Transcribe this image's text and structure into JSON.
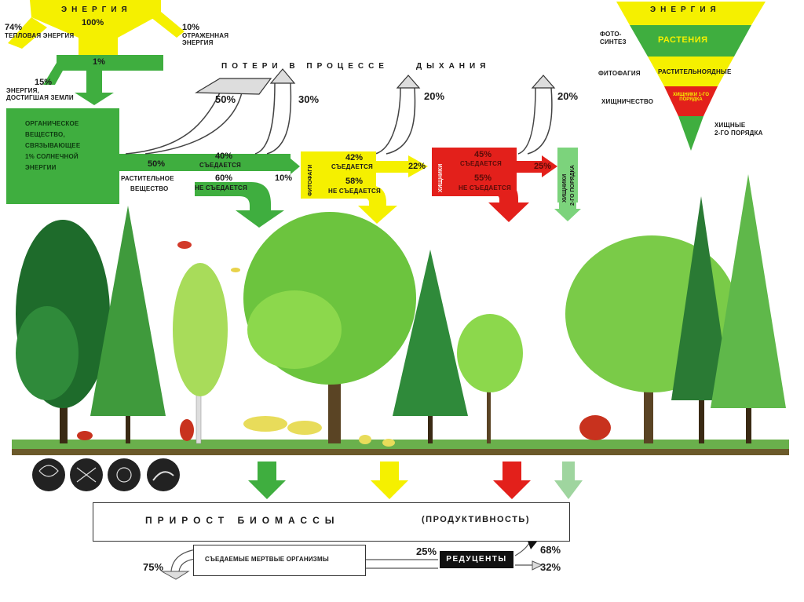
{
  "energy_top": {
    "title": "ЭНЕРГИЯ",
    "value": "100%"
  },
  "left_loss": {
    "pct": "74%",
    "label": "ТЕПЛОВАЯ ЭНЕРГИЯ"
  },
  "right_loss": {
    "pct": "10%",
    "label_1": "ОТРАЖЕННАЯ",
    "label_2": "ЭНЕРГИЯ"
  },
  "one_pct": "1%",
  "earth": {
    "pct": "15%",
    "label_1": "ЭНЕРГИЯ,",
    "label_2": "ДОСТИГШАЯ ЗЕМЛИ"
  },
  "respiration_title": {
    "part1": "ПОТЕРИ В ПРОЦЕССЕ",
    "part2": "ДЫХАНИЯ"
  },
  "losses": [
    "50%",
    "30%",
    "20%",
    "20%"
  ],
  "producer": {
    "lines": [
      "ОРГАНИЧЕСКОЕ",
      "ВЕЩЕСТВО,",
      "СВЯЗЫВАЮЩЕЕ",
      "1% СОЛНЕЧНОЙ",
      "ЭНЕРГИИ"
    ],
    "pct50": "50%",
    "plant_1": "РАСТИТЕЛЬНОЕ",
    "plant_2": "ВЕЩЕСТВО",
    "eaten_pct": "40%",
    "eaten_label": "СЪЕДАЕТСЯ",
    "not_pct": "60%",
    "not_label": "НЕ СЪЕДАЕТСЯ",
    "to_next": "10%"
  },
  "herbivore": {
    "vlabel": "ФИТОФАГИ",
    "eaten_pct": "42%",
    "eaten_label": "СЪЕДАЕТСЯ",
    "not_pct": "58%",
    "not_label": "НЕ СЪЕДАЕТСЯ",
    "to_next": "22%"
  },
  "predator": {
    "vlabel": "ХИЩНИКИ",
    "eaten_pct": "45%",
    "eaten_label": "СЪЕДАЕТСЯ",
    "not_pct": "55%",
    "not_label": "НЕ СЪЕДАЕТСЯ",
    "to_next": "25%"
  },
  "top_predator": {
    "vlabel_1": "ХИЩНИКИ",
    "vlabel_2": "2-ГО ПОРЯДКА"
  },
  "pyramid": {
    "title": "ЭНЕРГИЯ",
    "tier1": "РАСТЕНИЯ",
    "tier2": "РАСТИТЕЛЬНОЯДНЫЕ",
    "tier3": "ХИЩНИКИ 1-ГО ПОРЯДКА",
    "side1_a": "ФОТО-",
    "side1_b": "СИНТЕЗ",
    "side2": "ФИТОФАГИЯ",
    "side3": "ХИЩНИЧЕСТВО",
    "side4_a": "ХИЩНЫЕ",
    "side4_b": "2-ГО ПОРЯДКА"
  },
  "biomass": {
    "title": "ПРИРОСТ  БИОМАССЫ",
    "subtitle": "(ПРОДУКТИВНОСТЬ)"
  },
  "dead": {
    "label": "СЪЕДАЕМЫЕ МЕРТВЫЕ ОРГАНИЗМЫ",
    "left_pct": "75%",
    "mid_pct": "25%"
  },
  "reducers": {
    "label": "РЕДУЦЕНТЫ",
    "up_pct": "68%",
    "down_pct": "32%"
  },
  "colors": {
    "green": "#3fae3f",
    "light_green": "#7cd37c",
    "yellow": "#f5f000",
    "red": "#e3201b",
    "pale_green": "#9fd59f"
  }
}
